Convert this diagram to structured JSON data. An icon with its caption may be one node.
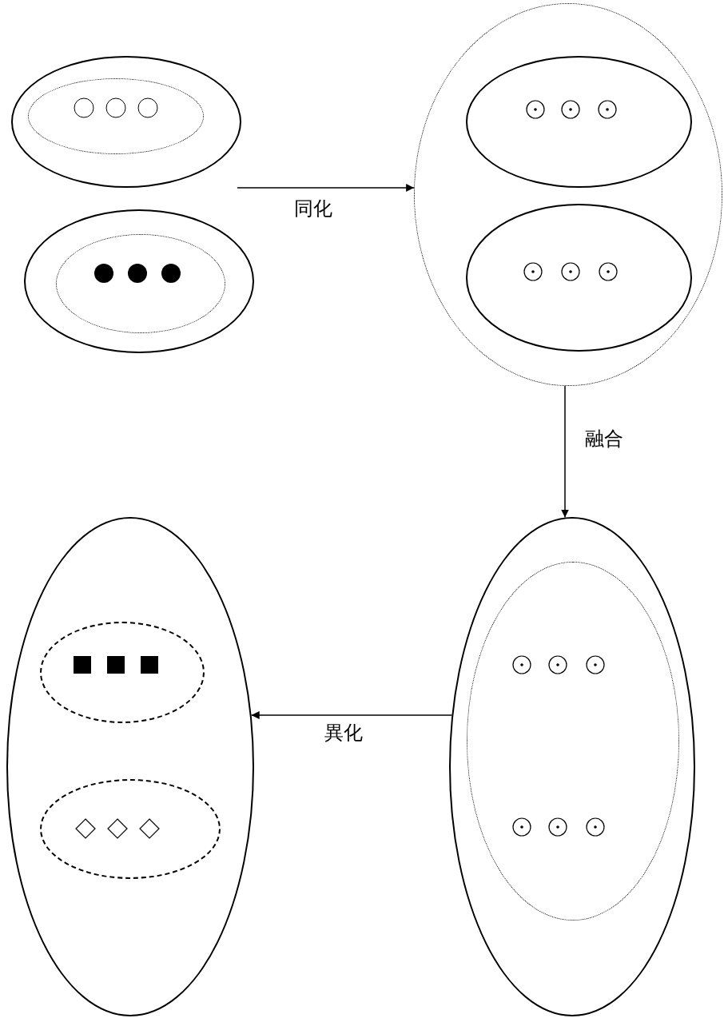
{
  "diagram": {
    "nodes": [
      {
        "text": [],
        "shape": "ellipse"
      },
      {
        "text": [],
        "shape": "ellipse",
        "in": 0
      },
      {
        "text": [],
        "shape": "ellipse"
      },
      {
        "text": [],
        "shape": "ellipse",
        "in": 2
      },
      {
        "text": [],
        "shape": "ellipse"
      },
      {
        "text": [],
        "shape": "ellipse",
        "in": 4
      },
      {
        "text": [],
        "shape": "ellipse",
        "in": 4
      },
      {
        "text": [],
        "shape": "ellipse"
      },
      {
        "text": [],
        "shape": "ellipse",
        "in": 7
      },
      {
        "text": [],
        "shape": "ellipse"
      },
      {
        "text": [],
        "shape": "ellipse",
        "in": 9
      },
      {
        "text": [],
        "shape": "ellipse",
        "in": 9
      }
    ],
    "edges": [
      {
        "from": 0,
        "to": 4,
        "arrow": "to",
        "label": "同化"
      },
      {
        "from": 4,
        "to": 7,
        "arrow": "to",
        "label": "融合"
      },
      {
        "from": 7,
        "to": 9,
        "arrow": "to",
        "label": "異化"
      }
    ]
  }
}
